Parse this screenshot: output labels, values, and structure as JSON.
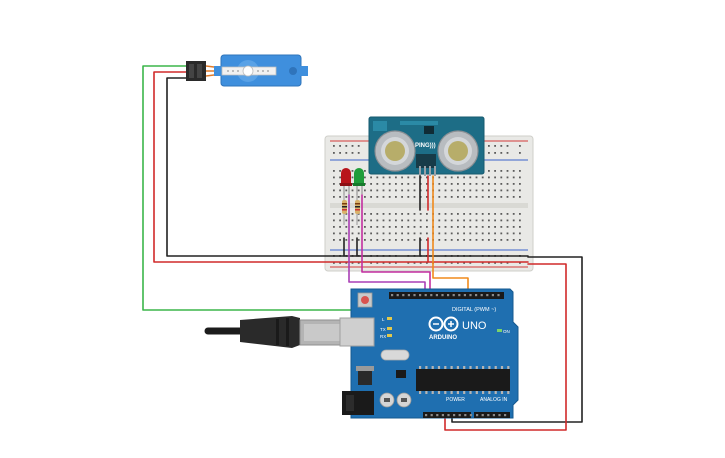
{
  "colors": {
    "background": "#ffffff",
    "board": "#1f6fb0",
    "board_edge": "#16598f",
    "breadboard": "#e9e9e6",
    "breadboard_edge": "#cfcfca",
    "rail_red": "#d43a3a",
    "rail_blue": "#3a63c9",
    "sensor": "#1d6d86",
    "servo": "#3f8fdd",
    "wire_green": "#3bb54a",
    "wire_red": "#d12a2a",
    "wire_black": "#222222",
    "wire_orange": "#f08a1c",
    "wire_purple": "#a93fb5",
    "led_red": "#b8141b",
    "led_green": "#1f9d3a"
  },
  "components": {
    "arduino": {
      "brand_label": "ARDUINO",
      "model_label": "UNO",
      "digital_label": "DIGITAL (PWM ~)",
      "power_label": "POWER",
      "analog_label": "ANALOG IN",
      "tx_label": "TX",
      "rx_label": "RX",
      "l_label": "L",
      "on_label": "ON"
    },
    "sensor": {
      "name_label": "PING)))"
    },
    "servo": {},
    "breadboard": {},
    "usb_cable": {},
    "leds": [
      {
        "color": "red"
      },
      {
        "color": "green"
      }
    ]
  }
}
